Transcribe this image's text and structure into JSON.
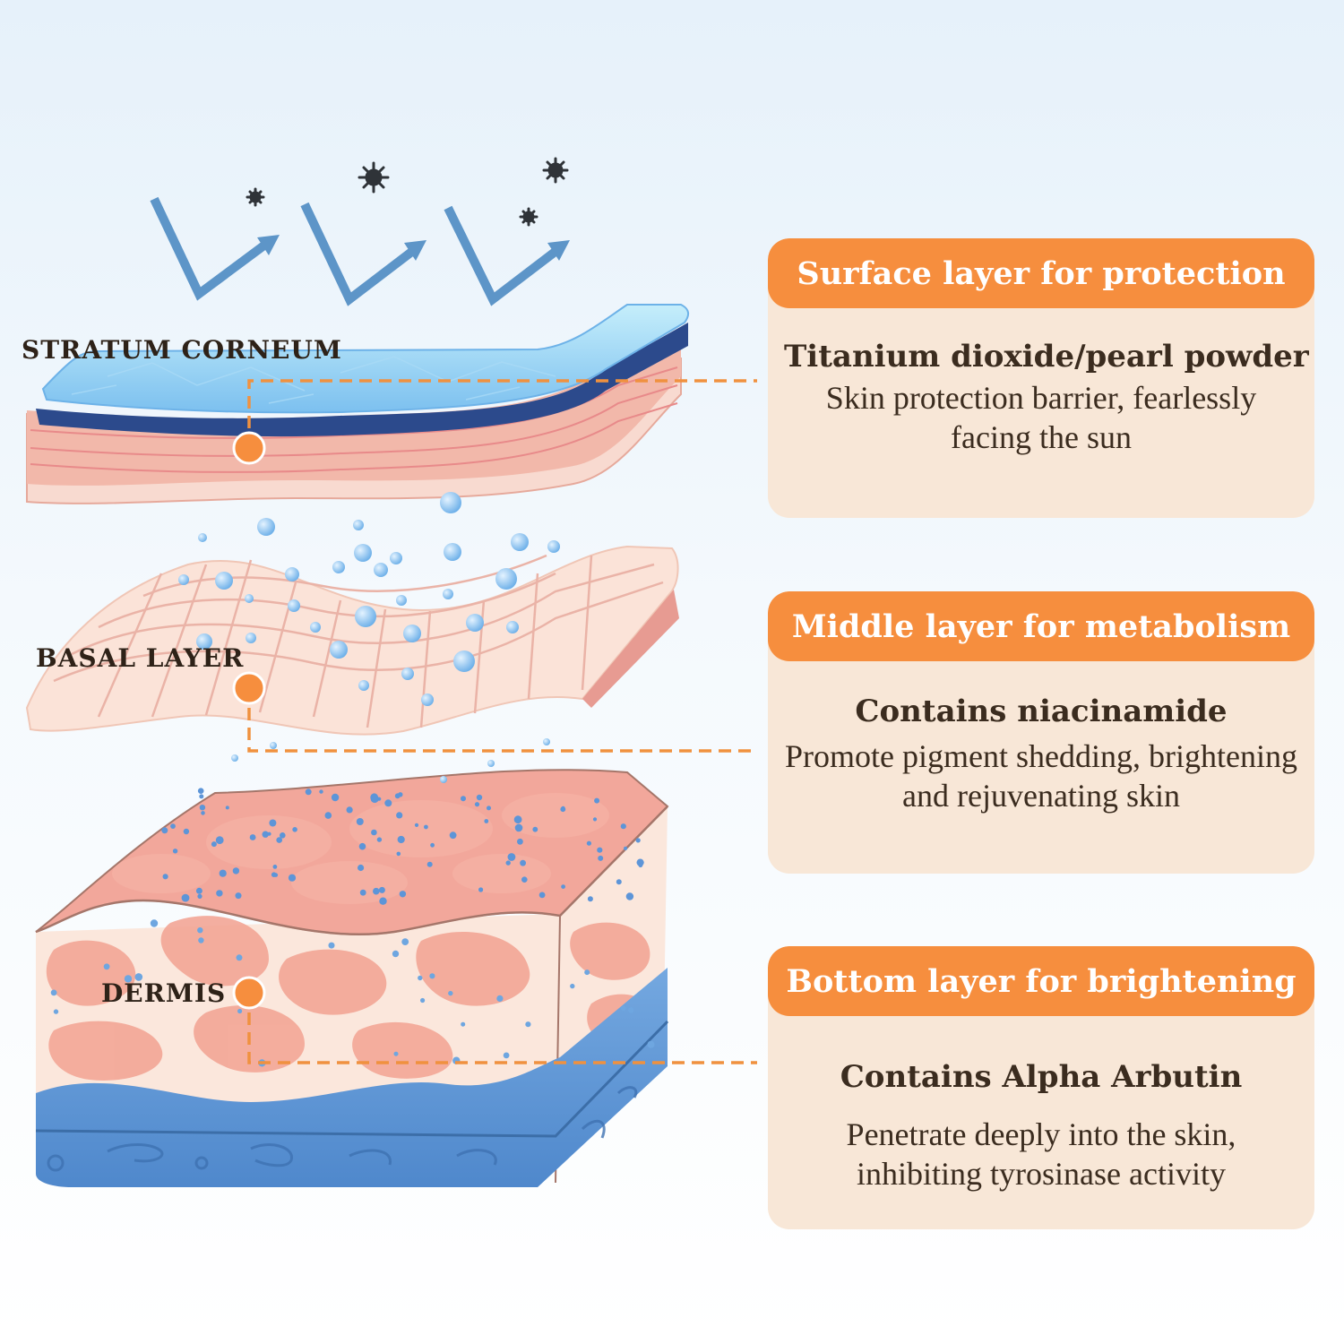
{
  "layers": {
    "stratum_corneum": "STRATUM CORNEUM",
    "basal_layer": "BASAL LAYER",
    "dermis": "DERMIS"
  },
  "cards": [
    {
      "title": "Surface layer for protection",
      "subtitle": "Titanium dioxide/pearl powder",
      "description": "Skin protection barrier, fearlessly facing the sun"
    },
    {
      "title": "Middle layer for metabolism",
      "subtitle": "Contains niacinamide",
      "description": "Promote pigment shedding, brightening and rejuvenating skin"
    },
    {
      "title": "Bottom layer for brightening",
      "subtitle": "Contains Alpha Arbutin",
      "description": "Penetrate deeply into the skin, inhibiting tyrosinase activity"
    }
  ],
  "colors": {
    "accent_orange": "#f68e3e",
    "card_background": "#f8e7d7",
    "text_dark": "#3b2c1f",
    "arrow_blue": "#5d95c8",
    "skin_pink": "#f2aea3",
    "dermis_blue": "#5b95d6"
  },
  "icons": [
    "uv-arrow-icon",
    "dust-particle-icon",
    "water-bubble-icon",
    "connector-dot-icon"
  ]
}
